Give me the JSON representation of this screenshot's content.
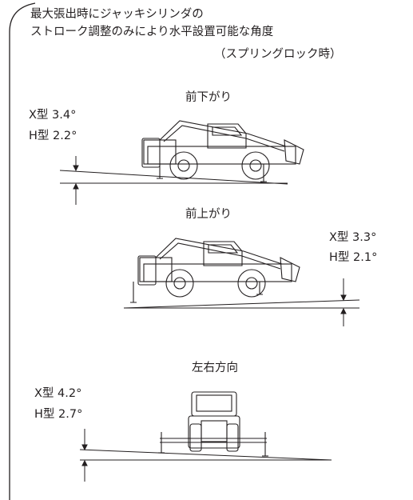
{
  "header": {
    "title_line1": "最大張出時にジャッキシリンダの",
    "title_line2": "ストローク調整のみにより水平設置可能な角度",
    "subtitle": "（スプリングロック時）"
  },
  "sections": [
    {
      "caption": "前下がり",
      "x_type": "X型 3.4°",
      "h_type": "H型 2.2°"
    },
    {
      "caption": "前上がり",
      "x_type": "X型 3.3°",
      "h_type": "H型 2.1°"
    },
    {
      "caption": "左右方向",
      "x_type": "X型 4.2°",
      "h_type": "H型 2.7°"
    }
  ]
}
